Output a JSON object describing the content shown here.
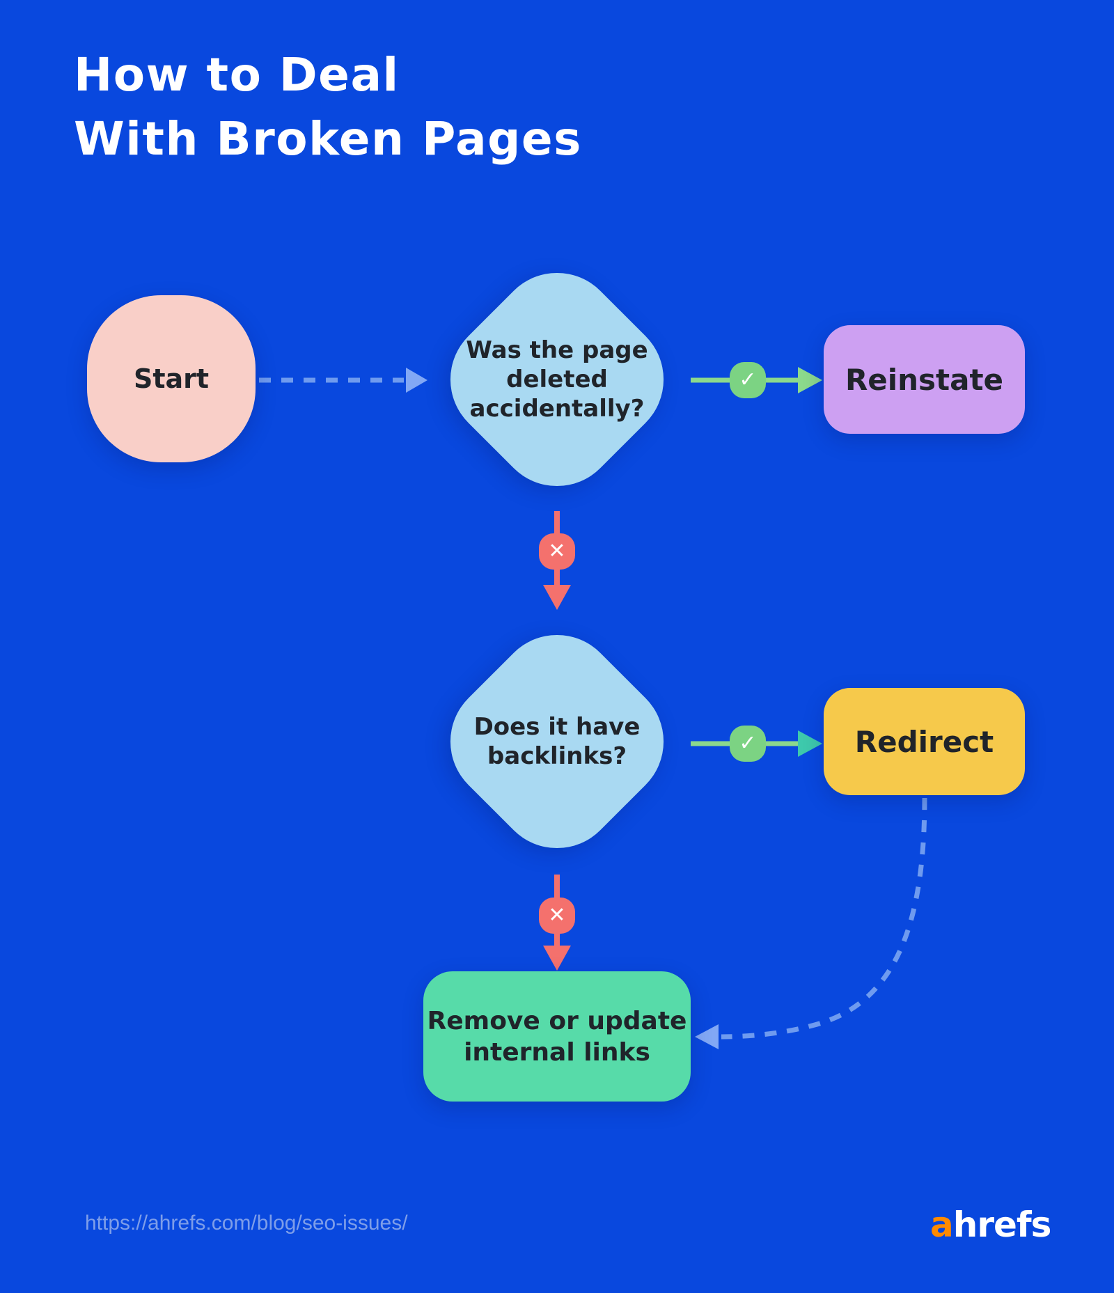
{
  "title": {
    "line1": "How to Deal",
    "line2": "With Broken Pages"
  },
  "nodes": {
    "start": {
      "label": "Start"
    },
    "q1": {
      "lines": [
        "Was the page",
        "deleted",
        "accidentally?"
      ]
    },
    "reinstate": {
      "label": "Reinstate"
    },
    "q2": {
      "lines": [
        "Does it have",
        "backlinks?"
      ]
    },
    "redirect": {
      "label": "Redirect"
    },
    "remove": {
      "lines": [
        "Remove or update",
        "internal links"
      ]
    }
  },
  "badges": {
    "yes": "✓",
    "no": "✕"
  },
  "footer": {
    "url": "https://ahrefs.com/blog/seo-issues/",
    "logo_a": "a",
    "logo_rest": "hrefs"
  },
  "colors": {
    "background": "#0948DE",
    "title_text": "#FFFFFF",
    "node_text": "#20242A",
    "start_pink": "#F9CFC8",
    "decision_blue": "#A9D9F2",
    "reinstate_purple": "#CDA0F2",
    "redirect_yellow": "#F6C94B",
    "remove_green": "#57DBA9",
    "yes_line_green": "#8CD98C",
    "yes_badge_green": "#7CD383",
    "teal_arrowhead": "#3EC9AC",
    "no_red": "#F4716D",
    "dashed_blue": "#6F9BEF",
    "dashed_arrowhead": "#82A8F5",
    "url_text": "#7E9EE9",
    "logo_orange": "#FF8A00"
  }
}
